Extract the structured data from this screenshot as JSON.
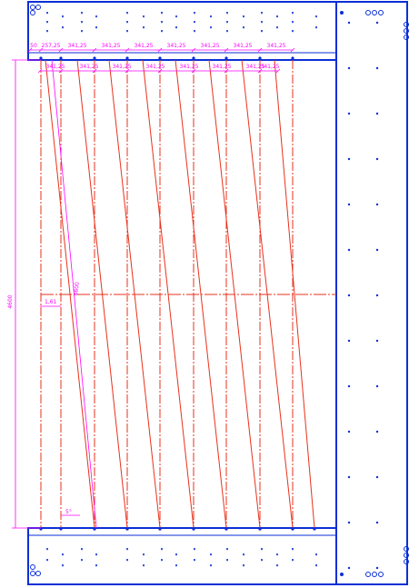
{
  "drawing": {
    "top_row_dims": [
      "50",
      "257,25",
      "341,25",
      "341,25",
      "341,25",
      "341,25",
      "341,25",
      "341,25",
      "341,25"
    ],
    "second_row_dims": [
      "341,25",
      "341,25",
      "341,25",
      "341,25",
      "341,25",
      "341,25",
      "341,25",
      "341,25"
    ],
    "height_dim": "4600",
    "left_dim": "1,61",
    "diag_dim": "4600",
    "angle_dim": "5°",
    "colors": {
      "frame": "#0b2fd6",
      "member": "#e8321c",
      "dimension": "#ff00ff"
    }
  }
}
